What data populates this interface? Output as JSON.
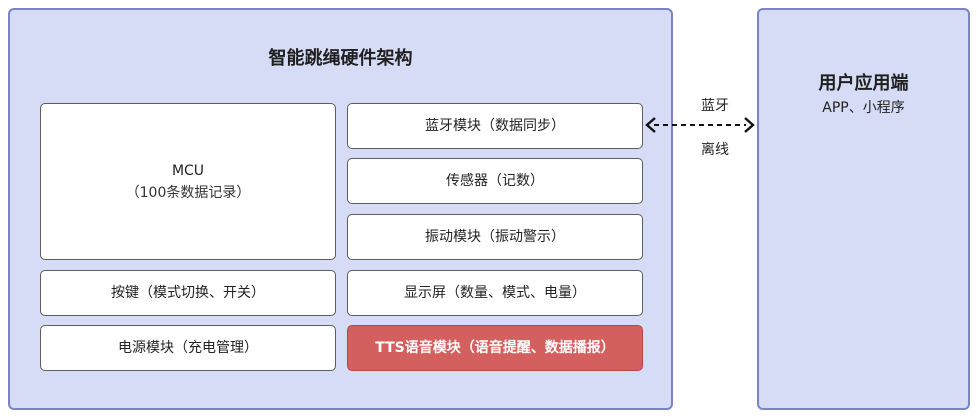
{
  "main": {
    "title": "智能跳绳硬件架构",
    "mcu": {
      "label": "MCU",
      "detail": "（100条数据记录）"
    },
    "modules": [
      "蓝牙模块（数据同步）",
      "传感器（记数）",
      "振动模块（振动警示）",
      "按键（模式切换、开关）",
      "显示屏（数量、模式、电量）",
      "电源模块（充电管理）",
      "TTS语音模块（语音提醒、数据播报）"
    ]
  },
  "link": {
    "label_top": "蓝牙",
    "label_bottom": "离线"
  },
  "user": {
    "title": "用户应用端",
    "subtitle": "APP、小程序"
  },
  "colors": {
    "panel_fill": "#d7dcf6",
    "panel_border": "#7a83c4",
    "highlight": "#d35f5f"
  }
}
